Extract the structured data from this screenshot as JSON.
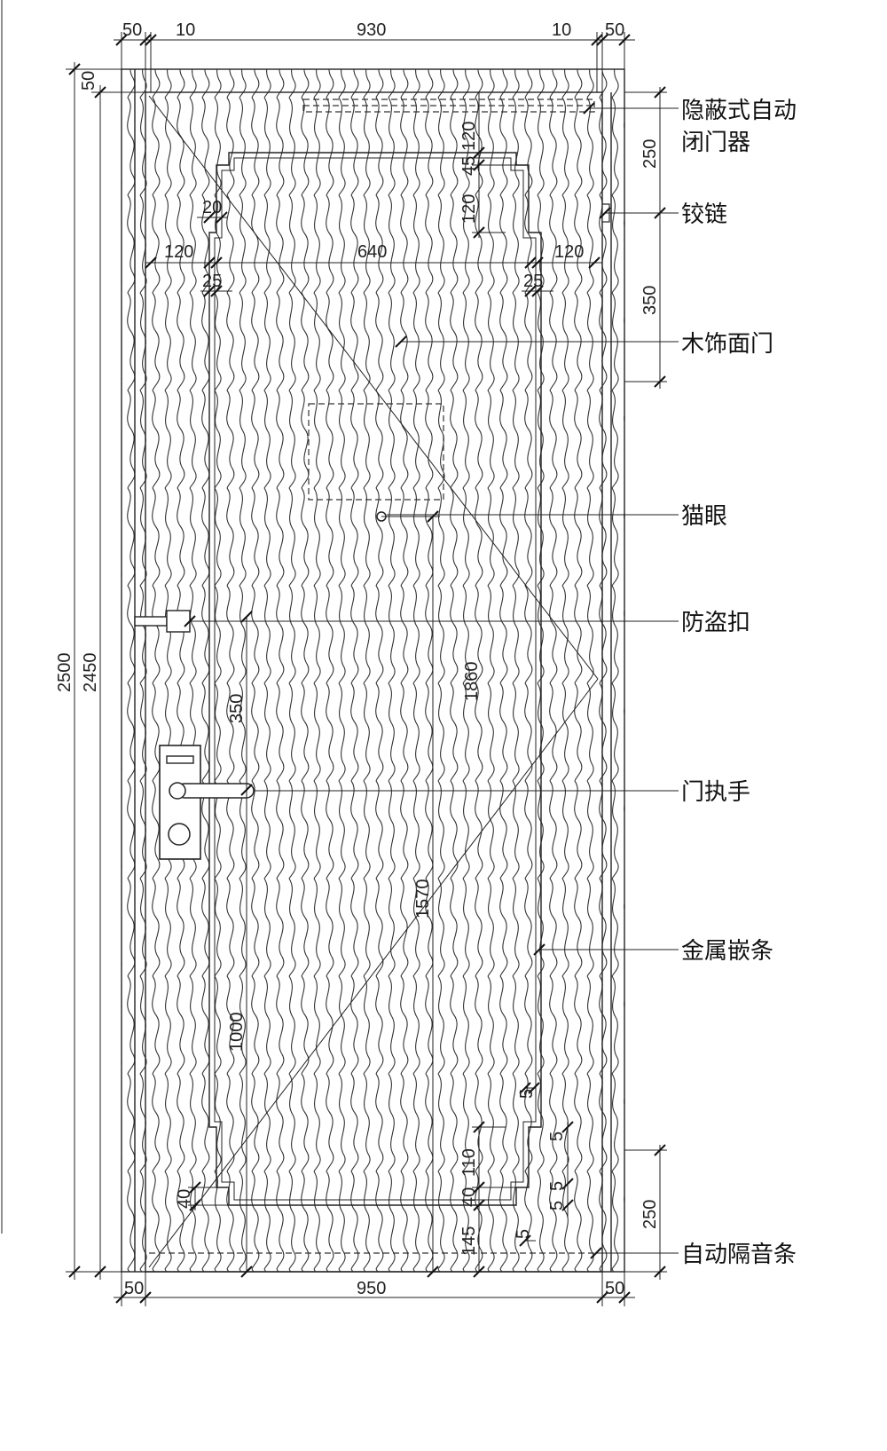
{
  "drawing": {
    "top_dims": [
      "50",
      "10",
      "930",
      "10",
      "50"
    ],
    "bottom_dims": [
      "50",
      "950",
      "50"
    ],
    "left_dims": [
      "50",
      "2500",
      "2450"
    ],
    "right_dims": [
      "250",
      "350",
      "250"
    ],
    "inner_dims": {
      "d_120_left": "120",
      "d_640": "640",
      "d_120_right": "120",
      "d_20": "20",
      "d_25_left": "25",
      "d_25_right": "25",
      "d_120_top": "120",
      "d_45": "45",
      "d_120_step": "120",
      "d_350": "350",
      "d_1860": "1860",
      "d_1570": "1570",
      "d_1000": "1000",
      "d_40_left": "40",
      "d_5_a": "5",
      "d_5_b": "5",
      "d_110": "110",
      "d_40_right": "40",
      "d_5_c": "5",
      "d_5_d": "5",
      "d_145": "145",
      "d_5_e": "5"
    },
    "labels": {
      "closer_line1": "隐蔽式自动",
      "closer_line2": "闭门器",
      "hinge": "铰链",
      "wood_door": "木饰面门",
      "peephole": "猫眼",
      "security_latch": "防盗扣",
      "handle": "门执手",
      "metal_strip": "金属嵌条",
      "seal_strip": "自动隔音条"
    }
  }
}
